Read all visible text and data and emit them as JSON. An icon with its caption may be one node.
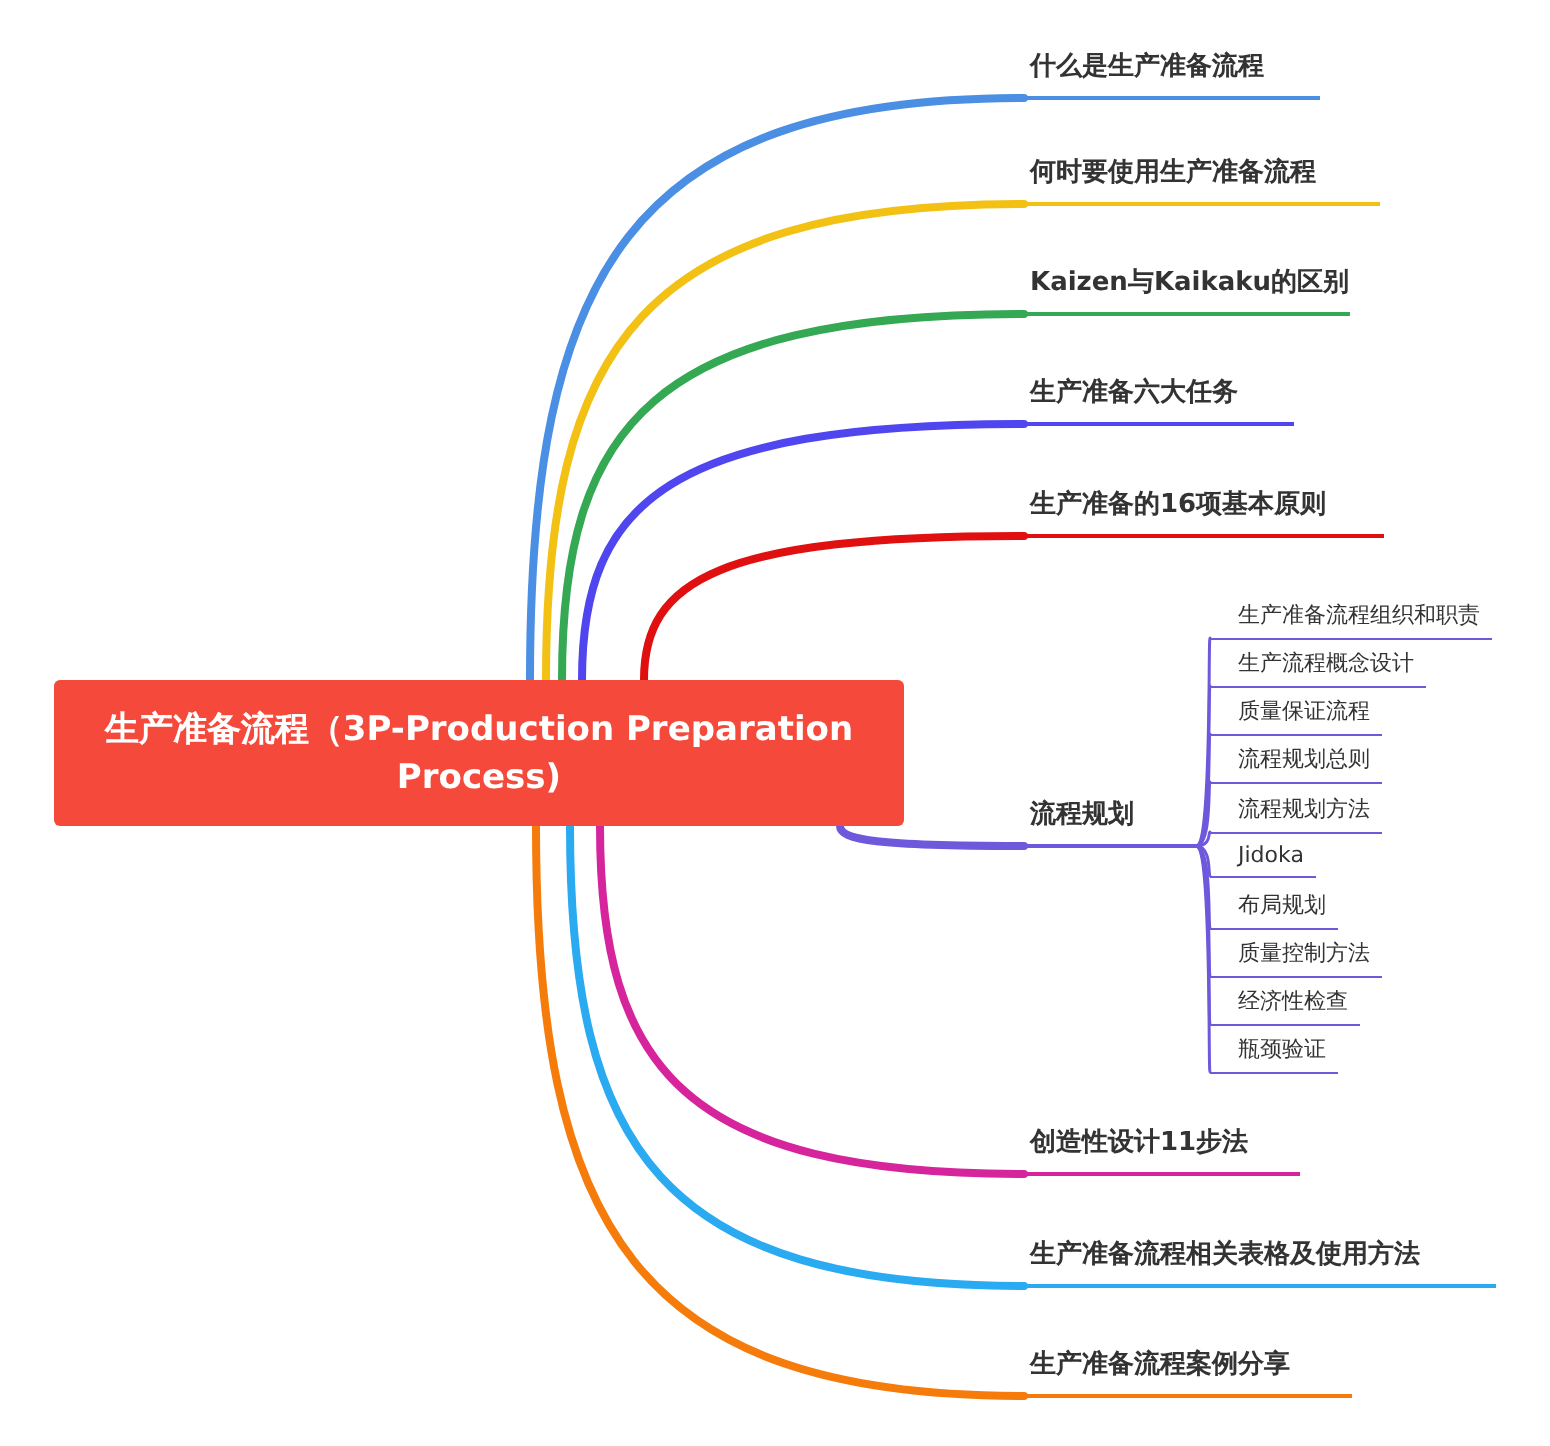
{
  "diagram": {
    "nodes": [
      {
        "text": [
          "生产准备流程（3P-Production Preparation Process)"
        ]
      },
      {
        "text": [
          "什么是生产准备流程"
        ]
      },
      {
        "text": [
          "何时要使用生产准备流程"
        ]
      },
      {
        "text": [
          "Kaizen与Kaikaku的区别"
        ]
      },
      {
        "text": [
          "生产准备六大任务"
        ]
      },
      {
        "text": [
          "生产准备的16项基本原则"
        ]
      },
      {
        "text": [
          "流程规划"
        ]
      },
      {
        "text": [
          "创造性设计11步法"
        ]
      },
      {
        "text": [
          "生产准备流程相关表格及使用方法"
        ]
      },
      {
        "text": [
          "生产准备流程案例分享"
        ]
      },
      {
        "text": [
          "生产准备流程组织和职责"
        ]
      },
      {
        "text": [
          "生产流程概念设计"
        ]
      },
      {
        "text": [
          "质量保证流程"
        ]
      },
      {
        "text": [
          "流程规划总则"
        ]
      },
      {
        "text": [
          "流程规划方法"
        ]
      },
      {
        "text": [
          "Jidoka"
        ]
      },
      {
        "text": [
          "布局规划"
        ]
      },
      {
        "text": [
          "质量控制方法"
        ]
      },
      {
        "text": [
          "经济性检查"
        ]
      },
      {
        "text": [
          "瓶颈验证"
        ]
      }
    ],
    "edges": [
      {
        "from": 0,
        "to": 1,
        "arrow": "none",
        "style": "thick",
        "color": "#4a8fe3"
      },
      {
        "from": 0,
        "to": 2,
        "arrow": "none",
        "style": "thick",
        "color": "#f2c114"
      },
      {
        "from": 0,
        "to": 3,
        "arrow": "none",
        "style": "thick",
        "color": "#34a853"
      },
      {
        "from": 0,
        "to": 4,
        "arrow": "none",
        "style": "thick",
        "color": "#4f46f0"
      },
      {
        "from": 0,
        "to": 5,
        "arrow": "none",
        "style": "thick",
        "color": "#e01010"
      },
      {
        "from": 0,
        "to": 6,
        "arrow": "none",
        "style": "thick"
      },
      {
        "from": 0,
        "to": 7,
        "arrow": "none",
        "style": "thick",
        "color": "#d6249c"
      },
      {
        "from": 0,
        "to": 8,
        "arrow": "none",
        "style": "thick",
        "color": "#2aaaf0"
      },
      {
        "from": 0,
        "to": 9,
        "arrow": "none",
        "style": "thick",
        "color": "#f57c0a"
      },
      {
        "from": 6,
        "to": 10,
        "arrow": "none"
      },
      {
        "from": 6,
        "to": 11,
        "arrow": "none"
      },
      {
        "from": 6,
        "to": 12,
        "arrow": "none"
      },
      {
        "from": 6,
        "to": 13,
        "arrow": "none"
      },
      {
        "from": 6,
        "to": 14,
        "arrow": "none"
      },
      {
        "from": 6,
        "to": 15,
        "arrow": "none"
      },
      {
        "from": 6,
        "to": 16,
        "arrow": "none"
      },
      {
        "from": 6,
        "to": 17,
        "arrow": "none"
      },
      {
        "from": 6,
        "to": 18,
        "arrow": "none"
      },
      {
        "from": 6,
        "to": 19,
        "arrow": "none"
      }
    ]
  }
}
